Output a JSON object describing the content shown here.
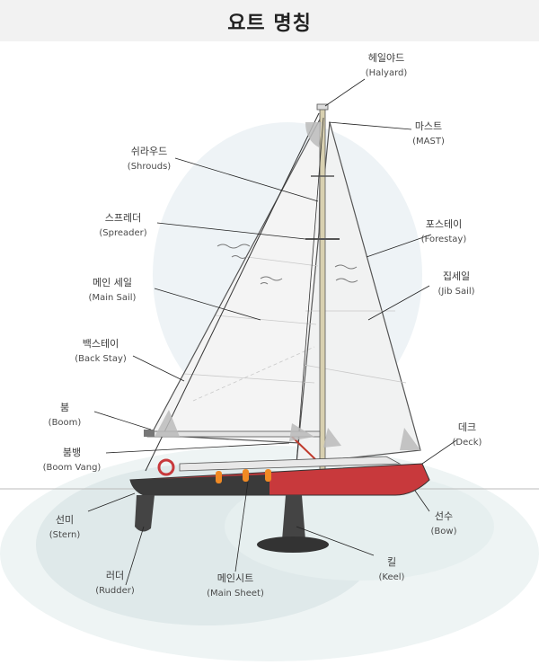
{
  "title": "요트 명칭",
  "labels": {
    "halyard": {
      "ko": "헤일야드",
      "en": "(Halyard)"
    },
    "mast": {
      "ko": "마스트",
      "en": "(MAST)"
    },
    "shrouds": {
      "ko": "쉬라우드",
      "en": "(Shrouds)"
    },
    "spreader": {
      "ko": "스프레더",
      "en": "(Spreader)"
    },
    "forestay": {
      "ko": "포스테이",
      "en": "(Forestay)"
    },
    "mainsail": {
      "ko": "메인 세일",
      "en": "(Main Sail)"
    },
    "jibsail": {
      "ko": "집세일",
      "en": "(Jib Sail)"
    },
    "backstay": {
      "ko": "백스테이",
      "en": "(Back Stay)"
    },
    "boom": {
      "ko": "붐",
      "en": "(Boom)"
    },
    "deck": {
      "ko": "데크",
      "en": "(Deck)"
    },
    "boomvang": {
      "ko": "붐뱅",
      "en": "(Boom Vang)"
    },
    "stern": {
      "ko": "선미",
      "en": "(Stern)"
    },
    "bow": {
      "ko": "선수",
      "en": "(Bow)"
    },
    "keel": {
      "ko": "킬",
      "en": "(Keel)"
    },
    "rudder": {
      "ko": "러더",
      "en": "(Rudder)"
    },
    "mainsheet": {
      "ko": "메인시트",
      "en": "(Main Sheet)"
    }
  },
  "colors": {
    "hull_red": "#c8393c",
    "hull_dark": "#3a3a3a",
    "water": "#dfe9ea",
    "sail": "#f3f3f3",
    "line": "#222222"
  }
}
